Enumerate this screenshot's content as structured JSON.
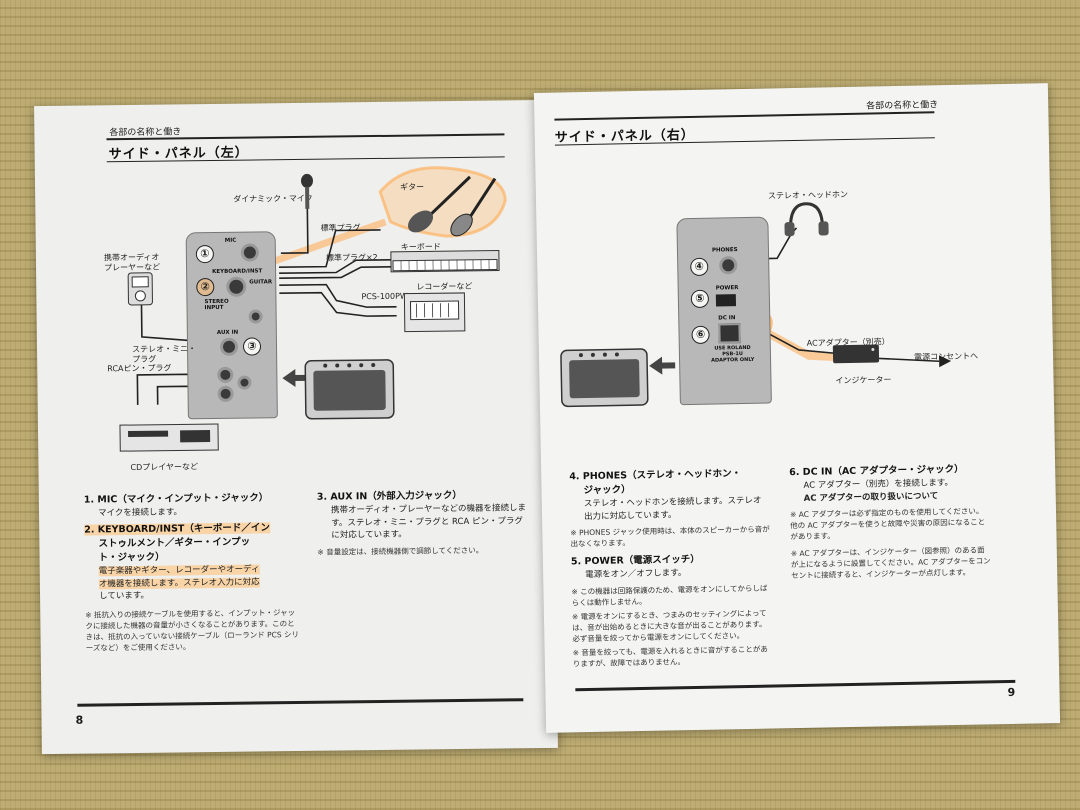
{
  "left": {
    "running_head": "各部の名称と働き",
    "title": "サイド・パネル（左）",
    "diagram": {
      "dynamic_mic": "ダイナミック・マイク",
      "guitar": "ギター",
      "std_plug": "標準プラグ",
      "std_plug_x2": "標準プラグ×2",
      "keyboard": "キーボード",
      "portable_audio": "携帯オーディオ\nプレーヤーなど",
      "stereo_mini": "ステレオ・ミニ・\nプラグ",
      "pcs": "PCS-100PW",
      "recorder": "レコーダーなど",
      "rca": "RCAピン・プラグ",
      "cd": "CDプレイヤーなど",
      "panel_mic": "MIC",
      "panel_kb": "KEYBOARD/INST",
      "panel_stereo": "STEREO\nINPUT",
      "panel_guitar": "GUITAR",
      "panel_aux": "AUX IN",
      "n1": "①",
      "n2": "②",
      "n3": "③"
    },
    "items": {
      "i1_head": "1.  MIC（マイク・インプット・ジャック）",
      "i1_body": "マイクを接続します。",
      "i2_head_a": "2.  KEYBOARD/INST（キーボード／イン",
      "i2_head_b": "ストゥルメント／ギター・インプッ",
      "i2_head_c": "ト・ジャック）",
      "i2_body_a": "電子楽器やギター、レコーダーやオーディ",
      "i2_body_b": "オ機器を接続します。ステレオ入力に対応",
      "i2_body_c": "しています。",
      "i2_note": "※  抵抗入りの接続ケーブルを使用すると、インプット・ジャックに接続した機器の音量が小さくなることがあります。このときは、抵抗の入っていない接続ケーブル（ローランド PCS シリーズなど）をご使用ください。",
      "i3_head": "3.  AUX IN（外部入力ジャック）",
      "i3_body": "携帯オーディオ・プレーヤーなどの機器を接続します。ステレオ・ミニ・プラグと RCA ピン・プラグに対応しています。",
      "i3_note": "※  音量設定は、接続機器側で調節してください。"
    },
    "page_num": "8"
  },
  "right": {
    "running_head": "各部の名称と働き",
    "title": "サイド・パネル（右）",
    "diagram": {
      "headphones": "ステレオ・ヘッドホン",
      "ac_adapter": "ACアダプター（別売）",
      "outlet": "電源コンセントへ",
      "indicator": "インジケーター",
      "panel_phones": "PHONES",
      "panel_power": "POWER",
      "panel_dcin": "DC IN",
      "panel_adapter": "USE ROLAND\nPSB-1U\nADAPTOR ONLY",
      "n4": "④",
      "n5": "⑤",
      "n6": "⑥"
    },
    "items": {
      "i4_head_a": "4.  PHONES（ステレオ・ヘッドホン・",
      "i4_head_b": "ジャック）",
      "i4_body": "ステレオ・ヘッドホンを接続します。ステレオ出力に対応しています。",
      "i4_note": "※  PHONES ジャック使用時は、本体のスピーカーから音が出なくなります。",
      "i5_head": "5.  POWER（電源スイッチ）",
      "i5_body": "電源をオン／オフします。",
      "i5_note1": "※  この機器は回路保護のため、電源をオンにしてからしばらくは動作しません。",
      "i5_note2": "※  電源をオンにするとき、つまみのセッティングによっては、音が出始めるときに大きな音が出ることがあります。必ず音量を絞ってから電源をオンにしてください。",
      "i5_note3": "※  音量を絞っても、電源を入れるときに音がすることがありますが、故障ではありません。",
      "i6_head": "6.  DC IN（AC アダプター・ジャック）",
      "i6_body": "AC アダプター（別売）を接続します。",
      "i6_sub": "AC アダプターの取り扱いについて",
      "i6_note1": "※  AC アダプターは必ず指定のものを使用してください。他の AC アダプターを使うと故障や災害の原因になることがあります。",
      "i6_note2": "※  AC アダプターは、インジケーター（図参照）のある面が上になるように設置してください。AC アダプターをコンセントに接続すると、インジケーターが点灯します。"
    },
    "page_num": "9"
  }
}
